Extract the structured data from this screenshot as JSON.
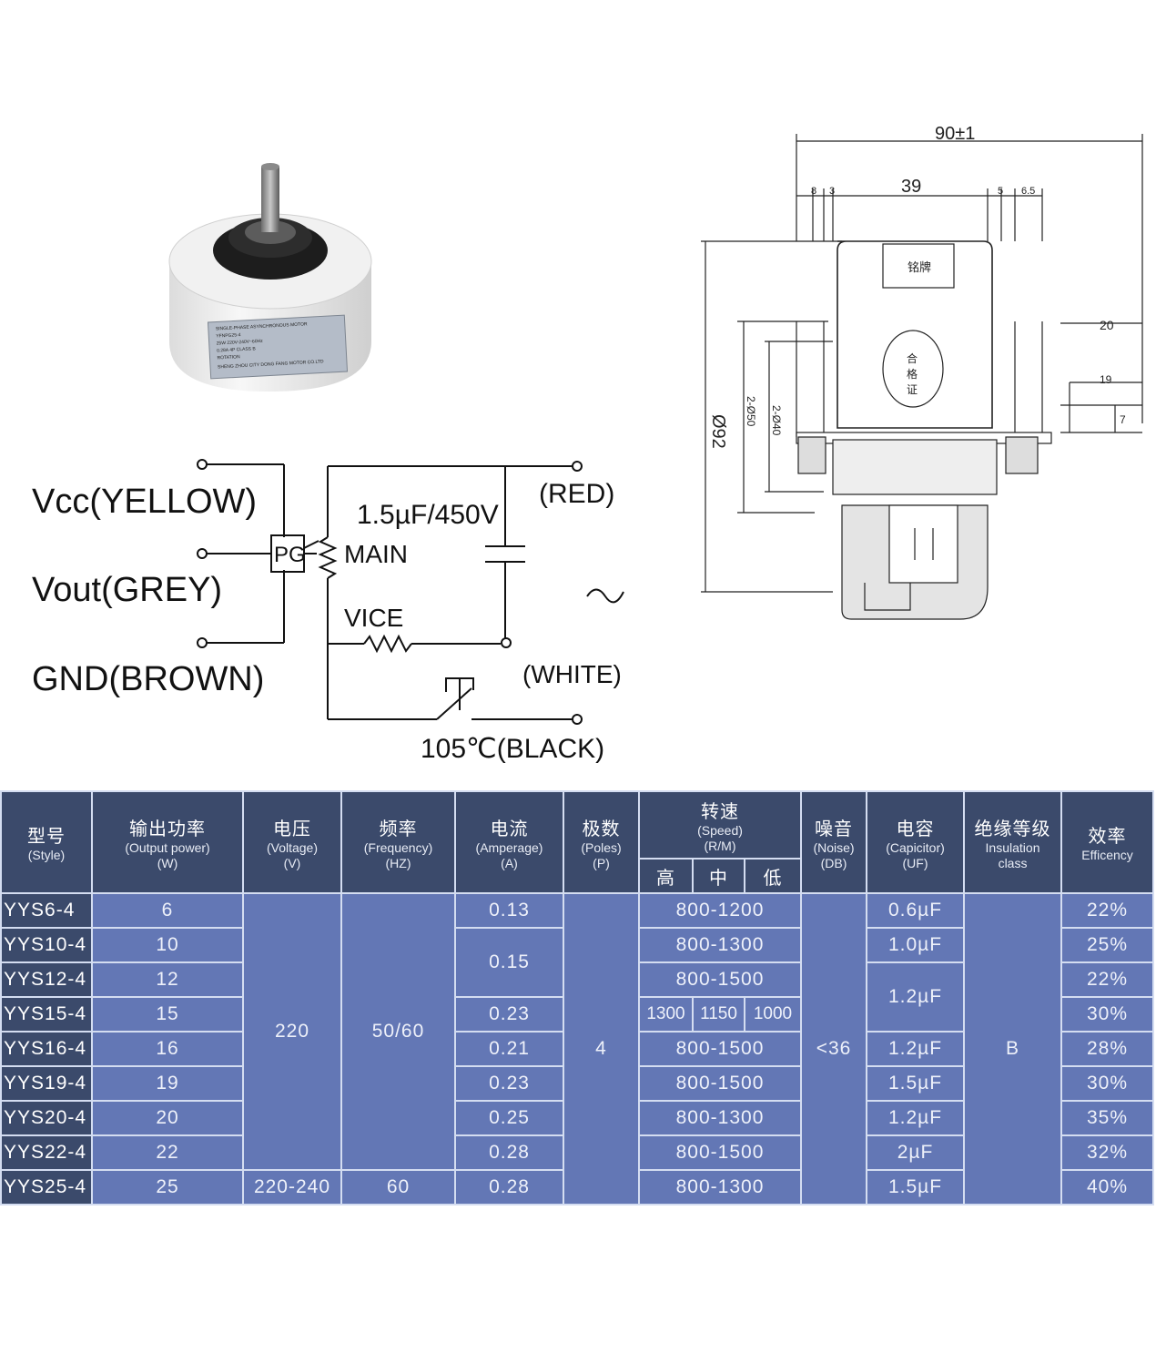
{
  "motor_photo": {
    "label_lines": [
      "SINGLE-PHASE ASYNCHRONOUS MOTOR",
      "YFNPG25-4",
      "25W 220V-240V~60Hz",
      "0.28A 4P CLASS B",
      "ROTATION",
      "SHENG ZHOU CITY DONG FANG MOTOR CO.LTD"
    ]
  },
  "wiring": {
    "vcc": "Vcc(YELLOW)",
    "vout": "Vout(GREY)",
    "gnd": "GND(BROWN)",
    "pg": "PG",
    "main": "MAIN",
    "vice": "VICE",
    "capacitor": "1.5µF/450V",
    "red": "(RED)",
    "white": "(WHITE)",
    "black": "105℃(BLACK)",
    "ac_symbol": "~"
  },
  "drawing": {
    "dim_width": "90±1",
    "dim_39": "39",
    "dim_8": "8",
    "dim_3": "3",
    "dim_5": "5",
    "dim_65": "6.5",
    "dim_20": "20",
    "dim_19": "19",
    "dim_7": "7",
    "dim_dia": "Ø92",
    "dim_50": "2-Ø50",
    "dim_40": "2-Ø40",
    "nameplate": "铭牌",
    "qc_label": [
      "合",
      "格",
      "证"
    ]
  },
  "table": {
    "headers": {
      "model": {
        "cn": "型号",
        "en": "(Style)"
      },
      "power": {
        "cn": "输出功率",
        "en": "(Output power)",
        "unit": "(W)"
      },
      "voltage": {
        "cn": "电压",
        "en": "(Voltage)",
        "unit": "(V)"
      },
      "frequency": {
        "cn": "频率",
        "en": "(Frequency)",
        "unit": "(HZ)"
      },
      "current": {
        "cn": "电流",
        "en": "(Amperage)",
        "unit": "(A)"
      },
      "poles": {
        "cn": "极数",
        "en": "(Poles)",
        "unit": "(P)"
      },
      "speed": {
        "cn": "转速",
        "en": "(Speed)",
        "unit": "(R/M)",
        "high": "高",
        "mid": "中",
        "low": "低"
      },
      "noise": {
        "cn": "噪音",
        "en": "(Noise)",
        "unit": "(DB)"
      },
      "capacitor": {
        "cn": "电容",
        "en": "(Capicitor)",
        "unit": "(UF)"
      },
      "insulation": {
        "cn": "绝缘等级",
        "en": "Insulation",
        "unit": "class"
      },
      "efficiency": {
        "cn": "效率",
        "en": "Efficency"
      }
    },
    "shared": {
      "voltage_main": "220",
      "freq_main": "50/60",
      "poles": "4",
      "noise": "<36",
      "insulation": "B",
      "current_10_12": "0.15",
      "cap_12_15": "1.2µF"
    },
    "rows": [
      {
        "model": "YYS6-4",
        "power": "6",
        "current": "0.13",
        "speed": "800-1200",
        "cap": "0.6µF",
        "eff": "22%"
      },
      {
        "model": "YYS10-4",
        "power": "10",
        "speed": "800-1300",
        "cap": "1.0µF",
        "eff": "25%"
      },
      {
        "model": "YYS12-4",
        "power": "12",
        "speed": "800-1500",
        "eff": "22%"
      },
      {
        "model": "YYS15-4",
        "power": "15",
        "current": "0.23",
        "speed_h": "1300",
        "speed_m": "1150",
        "speed_l": "1000",
        "eff": "30%"
      },
      {
        "model": "YYS16-4",
        "power": "16",
        "current": "0.21",
        "speed": "800-1500",
        "cap": "1.2µF",
        "eff": "28%"
      },
      {
        "model": "YYS19-4",
        "power": "19",
        "current": "0.23",
        "speed": "800-1500",
        "cap": "1.5µF",
        "eff": "30%"
      },
      {
        "model": "YYS20-4",
        "power": "20",
        "current": "0.25",
        "speed": "800-1300",
        "cap": "1.2µF",
        "eff": "35%"
      },
      {
        "model": "YYS22-4",
        "power": "22",
        "current": "0.28",
        "speed": "800-1500",
        "cap": "2µF",
        "eff": "32%"
      },
      {
        "model": "YYS25-4",
        "power": "25",
        "voltage": "220-240",
        "freq": "60",
        "current": "0.28",
        "speed": "800-1300",
        "cap": "1.5µF",
        "eff": "40%"
      }
    ]
  }
}
